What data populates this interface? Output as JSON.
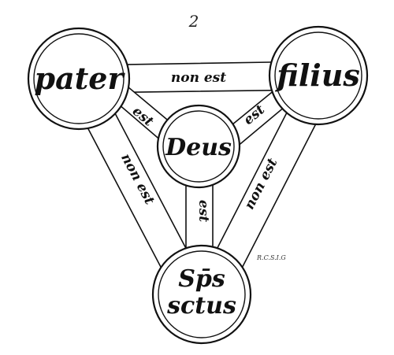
{
  "page_number": "2",
  "nodes": {
    "pater": "pater",
    "filius": "filius",
    "deus": "Deus",
    "spiritus_line1": "Sp̄s",
    "spiritus_line2": "sctus"
  },
  "links": {
    "pater_filius": "non est",
    "pater_deus": "est",
    "filius_deus": "est",
    "deus_spiritus": "est",
    "pater_spiritus": "non est",
    "filius_spiritus": "non est"
  },
  "signature": "R.C.S.I.G"
}
